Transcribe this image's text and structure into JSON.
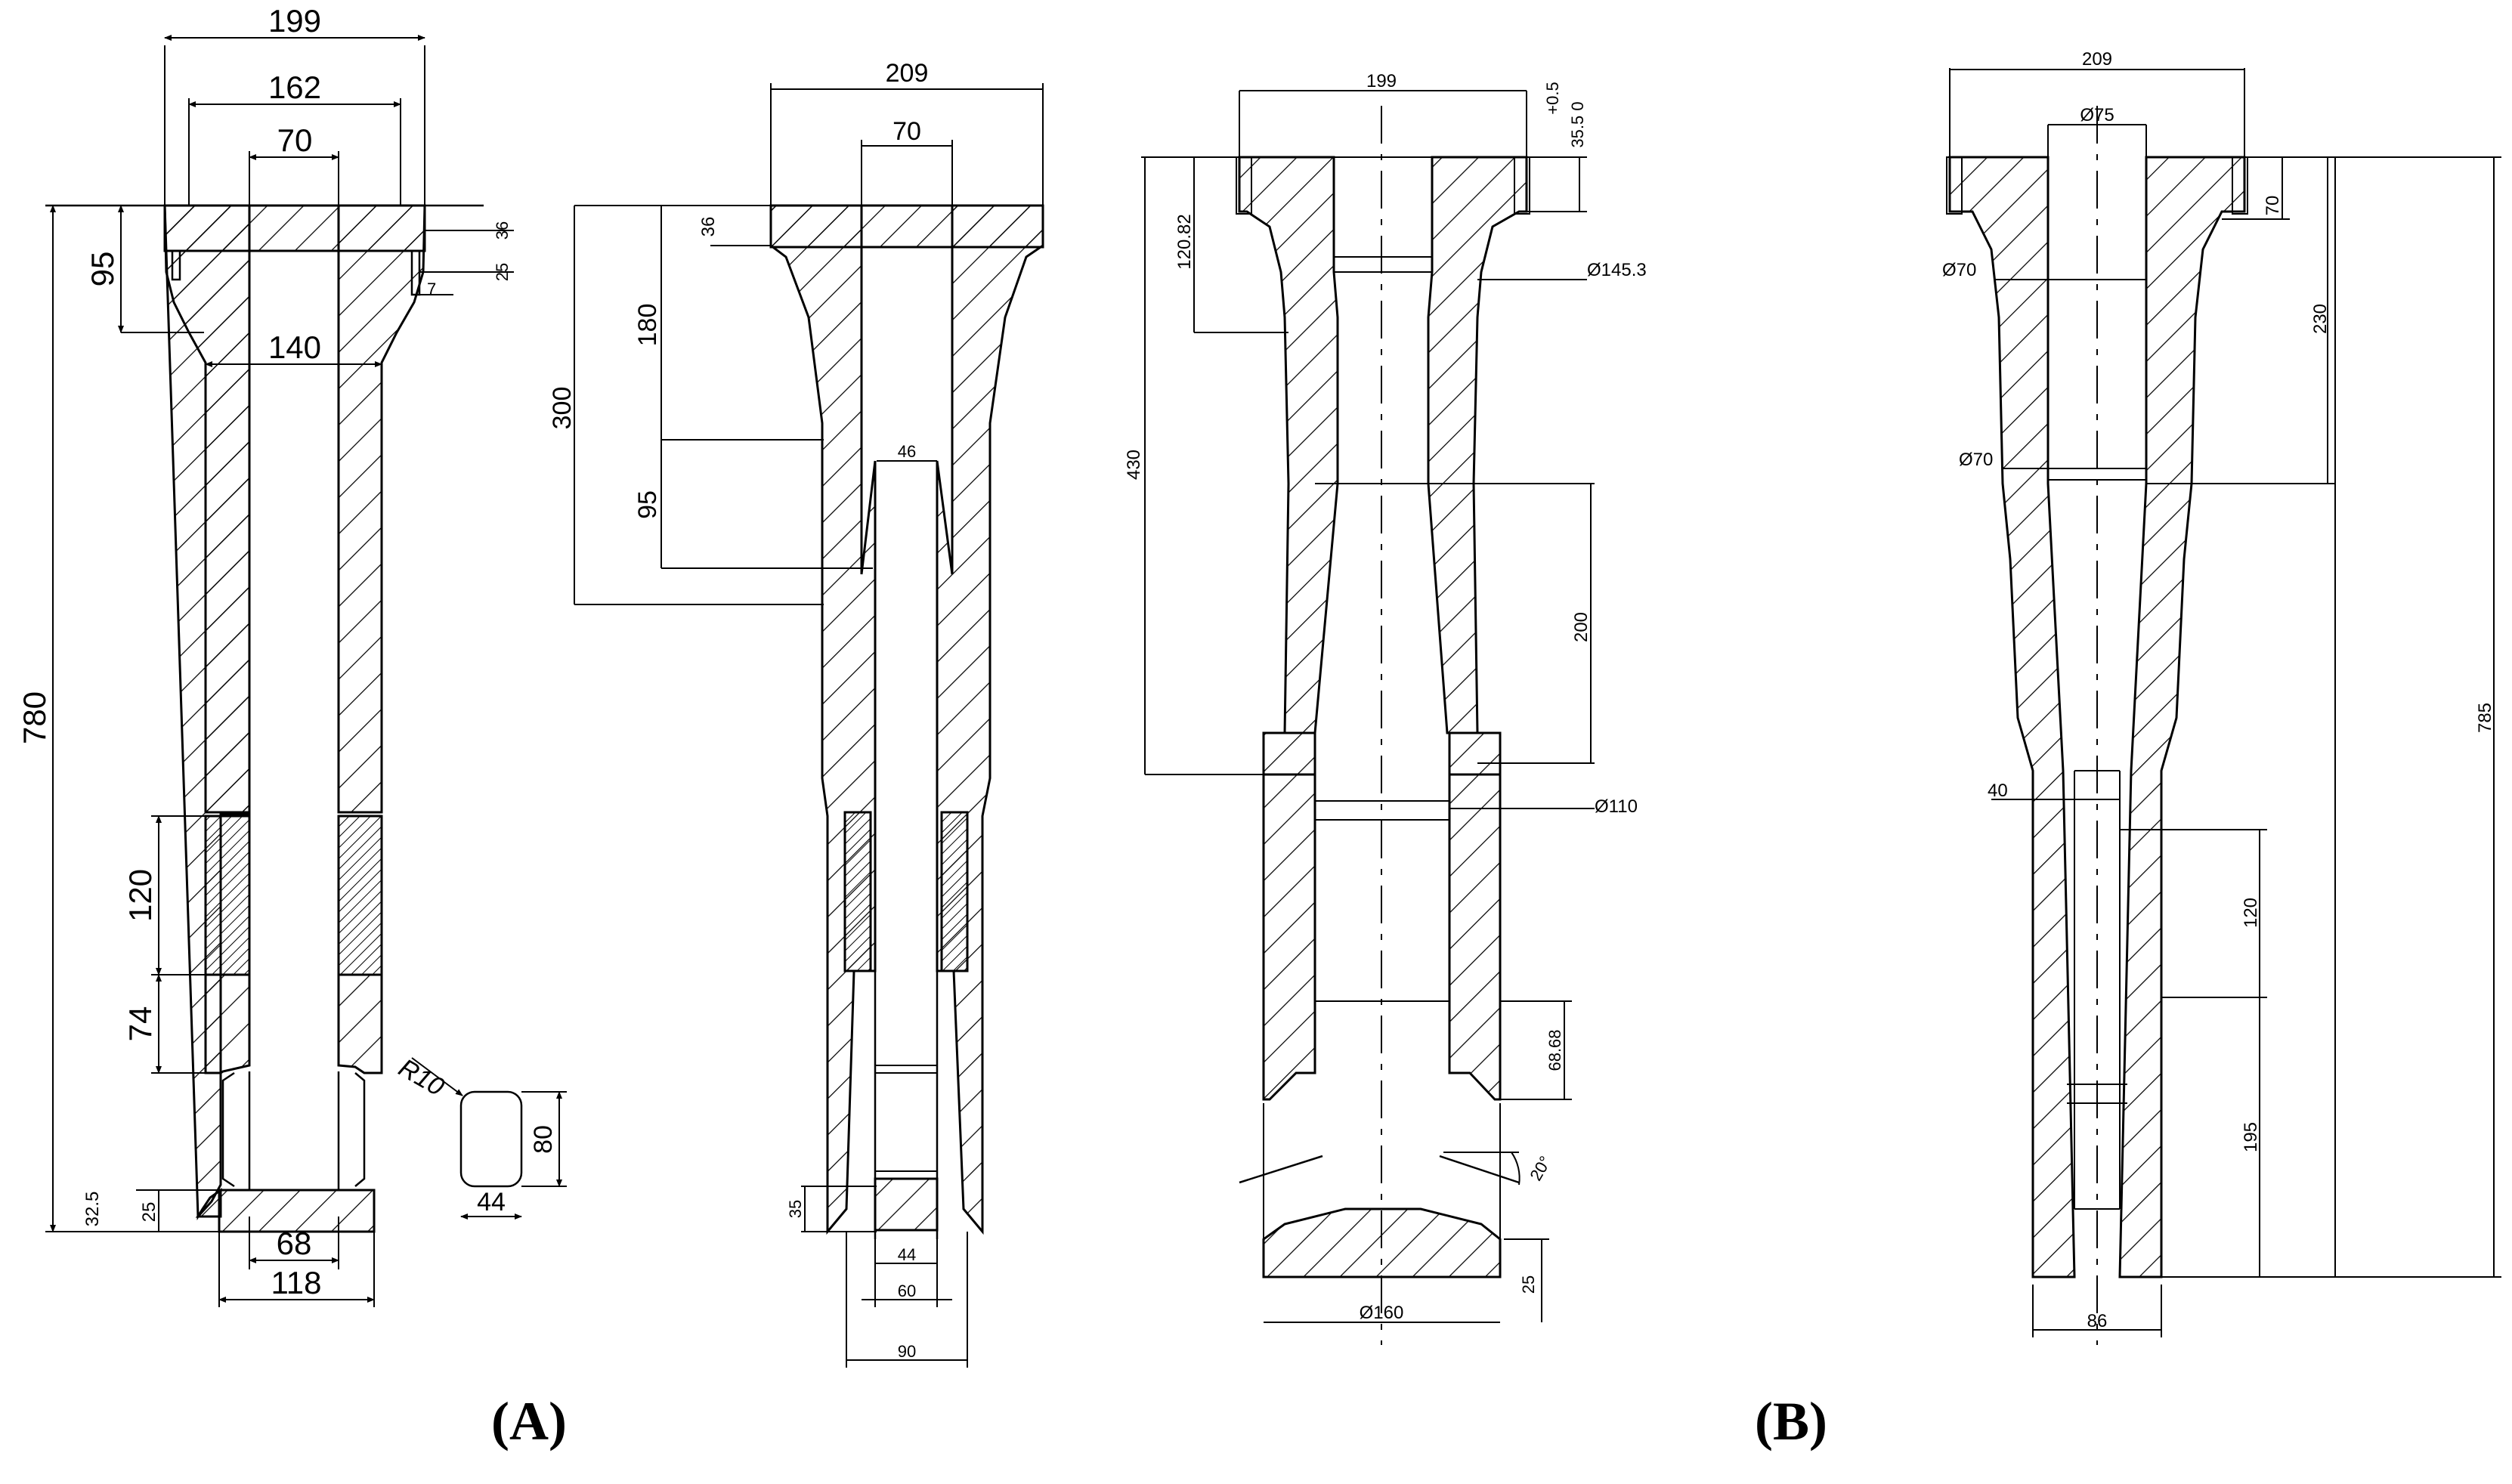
{
  "figure": {
    "panel_a": {
      "caption": "(A)",
      "drawing_1": {
        "dims": [
          "199",
          "162",
          "70",
          "95",
          "140",
          "780",
          "120",
          "74",
          "R10",
          "80",
          "44",
          "32.5",
          "25",
          "68",
          "118",
          "36",
          "25",
          "7"
        ]
      },
      "drawing_2": {
        "dims": [
          "209",
          "70",
          "36",
          "180",
          "300",
          "95",
          "46",
          "35",
          "44",
          "60",
          "90"
        ]
      }
    },
    "panel_b": {
      "caption": "(B)",
      "drawing_3": {
        "dims": [
          "199",
          "+0.5",
          "35.5 0",
          "120.82",
          "Ø145.3",
          "430",
          "200",
          "Ø110",
          "68.68",
          "20°",
          "Ø160",
          "25"
        ]
      },
      "drawing_4": {
        "dims": [
          "209",
          "Ø75",
          "70",
          "Ø70",
          "230",
          "Ø70",
          "785",
          "40",
          "120",
          "195",
          "86"
        ]
      }
    }
  }
}
